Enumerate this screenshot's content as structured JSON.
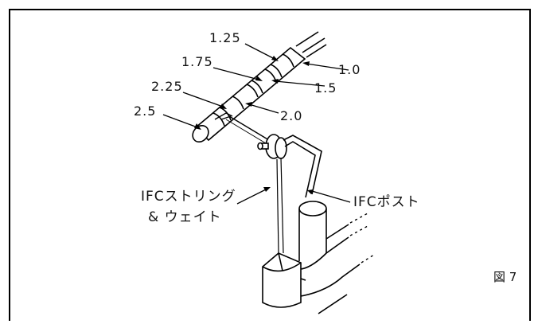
{
  "gauges": {
    "g125": "1.25",
    "g10": "1.0",
    "g175": "1.75",
    "g15": "1.5",
    "g225": "2.25",
    "g20": "2.0",
    "g25": "2.5"
  },
  "labels": {
    "string_line1": "IFCストリング",
    "string_line2": "& ウェイト",
    "post": "IFCポスト"
  },
  "figure_label": "図 7"
}
